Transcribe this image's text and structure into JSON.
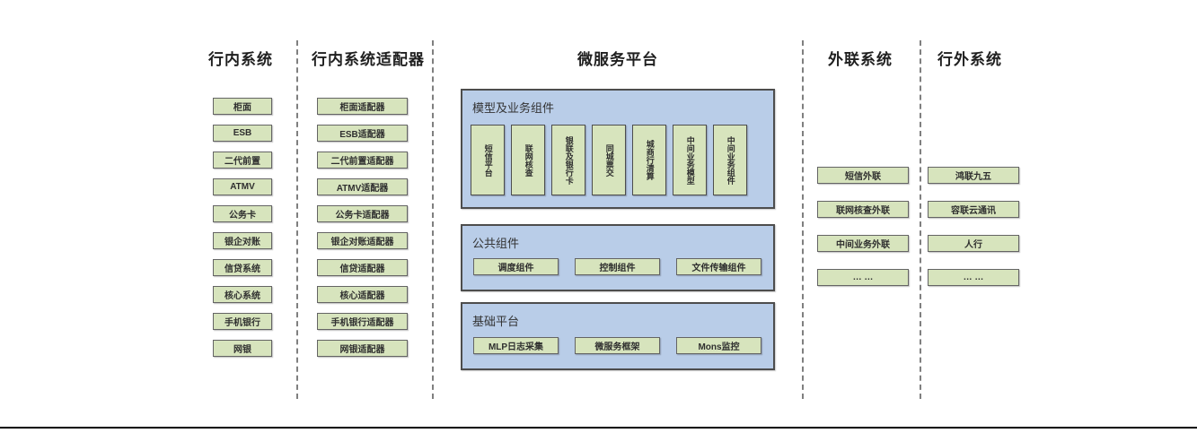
{
  "diagram": {
    "columns": [
      {
        "title": "行内系统",
        "items": [
          "柜面",
          "ESB",
          "二代前置",
          "ATMV",
          "公务卡",
          "银企对账",
          "信贷系统",
          "核心系统",
          "手机银行",
          "网银"
        ]
      },
      {
        "title": "行内系统适配器",
        "items": [
          "柜面适配器",
          "ESB适配器",
          "二代前置适配器",
          "ATMV适配器",
          "公务卡适配器",
          "银企对账适配器",
          "信贷适配器",
          "核心适配器",
          "手机银行适配器",
          "网银适配器"
        ]
      },
      {
        "title": "微服务平台",
        "groups": [
          {
            "label": "模型及业务组件",
            "items": [
              "短信平台",
              "联网核查",
              "银联及银行卡",
              "同城票交",
              "城商行清算",
              "中间业务模型",
              "中间业务组件"
            ]
          },
          {
            "label": "公共组件",
            "items": [
              "调度组件",
              "控制组件",
              "文件传输组件"
            ]
          },
          {
            "label": "基础平台",
            "items": [
              "MLP日志采集",
              "微服务框架",
              "Mons监控"
            ]
          }
        ]
      },
      {
        "title": "外联系统",
        "items": [
          "短信外联",
          "联网核查外联",
          "中间业务外联",
          "… …"
        ]
      },
      {
        "title": "行外系统",
        "items": [
          "鸿联九五",
          "容联云通讯",
          "人行",
          "… …"
        ]
      }
    ],
    "colors": {
      "component_green": "#d7e4bd",
      "platform_blue": "#b9cde8",
      "border_dark": "#4d4d4d",
      "separator_gray": "#7f7f7f",
      "header_text": "#1f1f1f",
      "bottom_line": "#000000"
    }
  }
}
